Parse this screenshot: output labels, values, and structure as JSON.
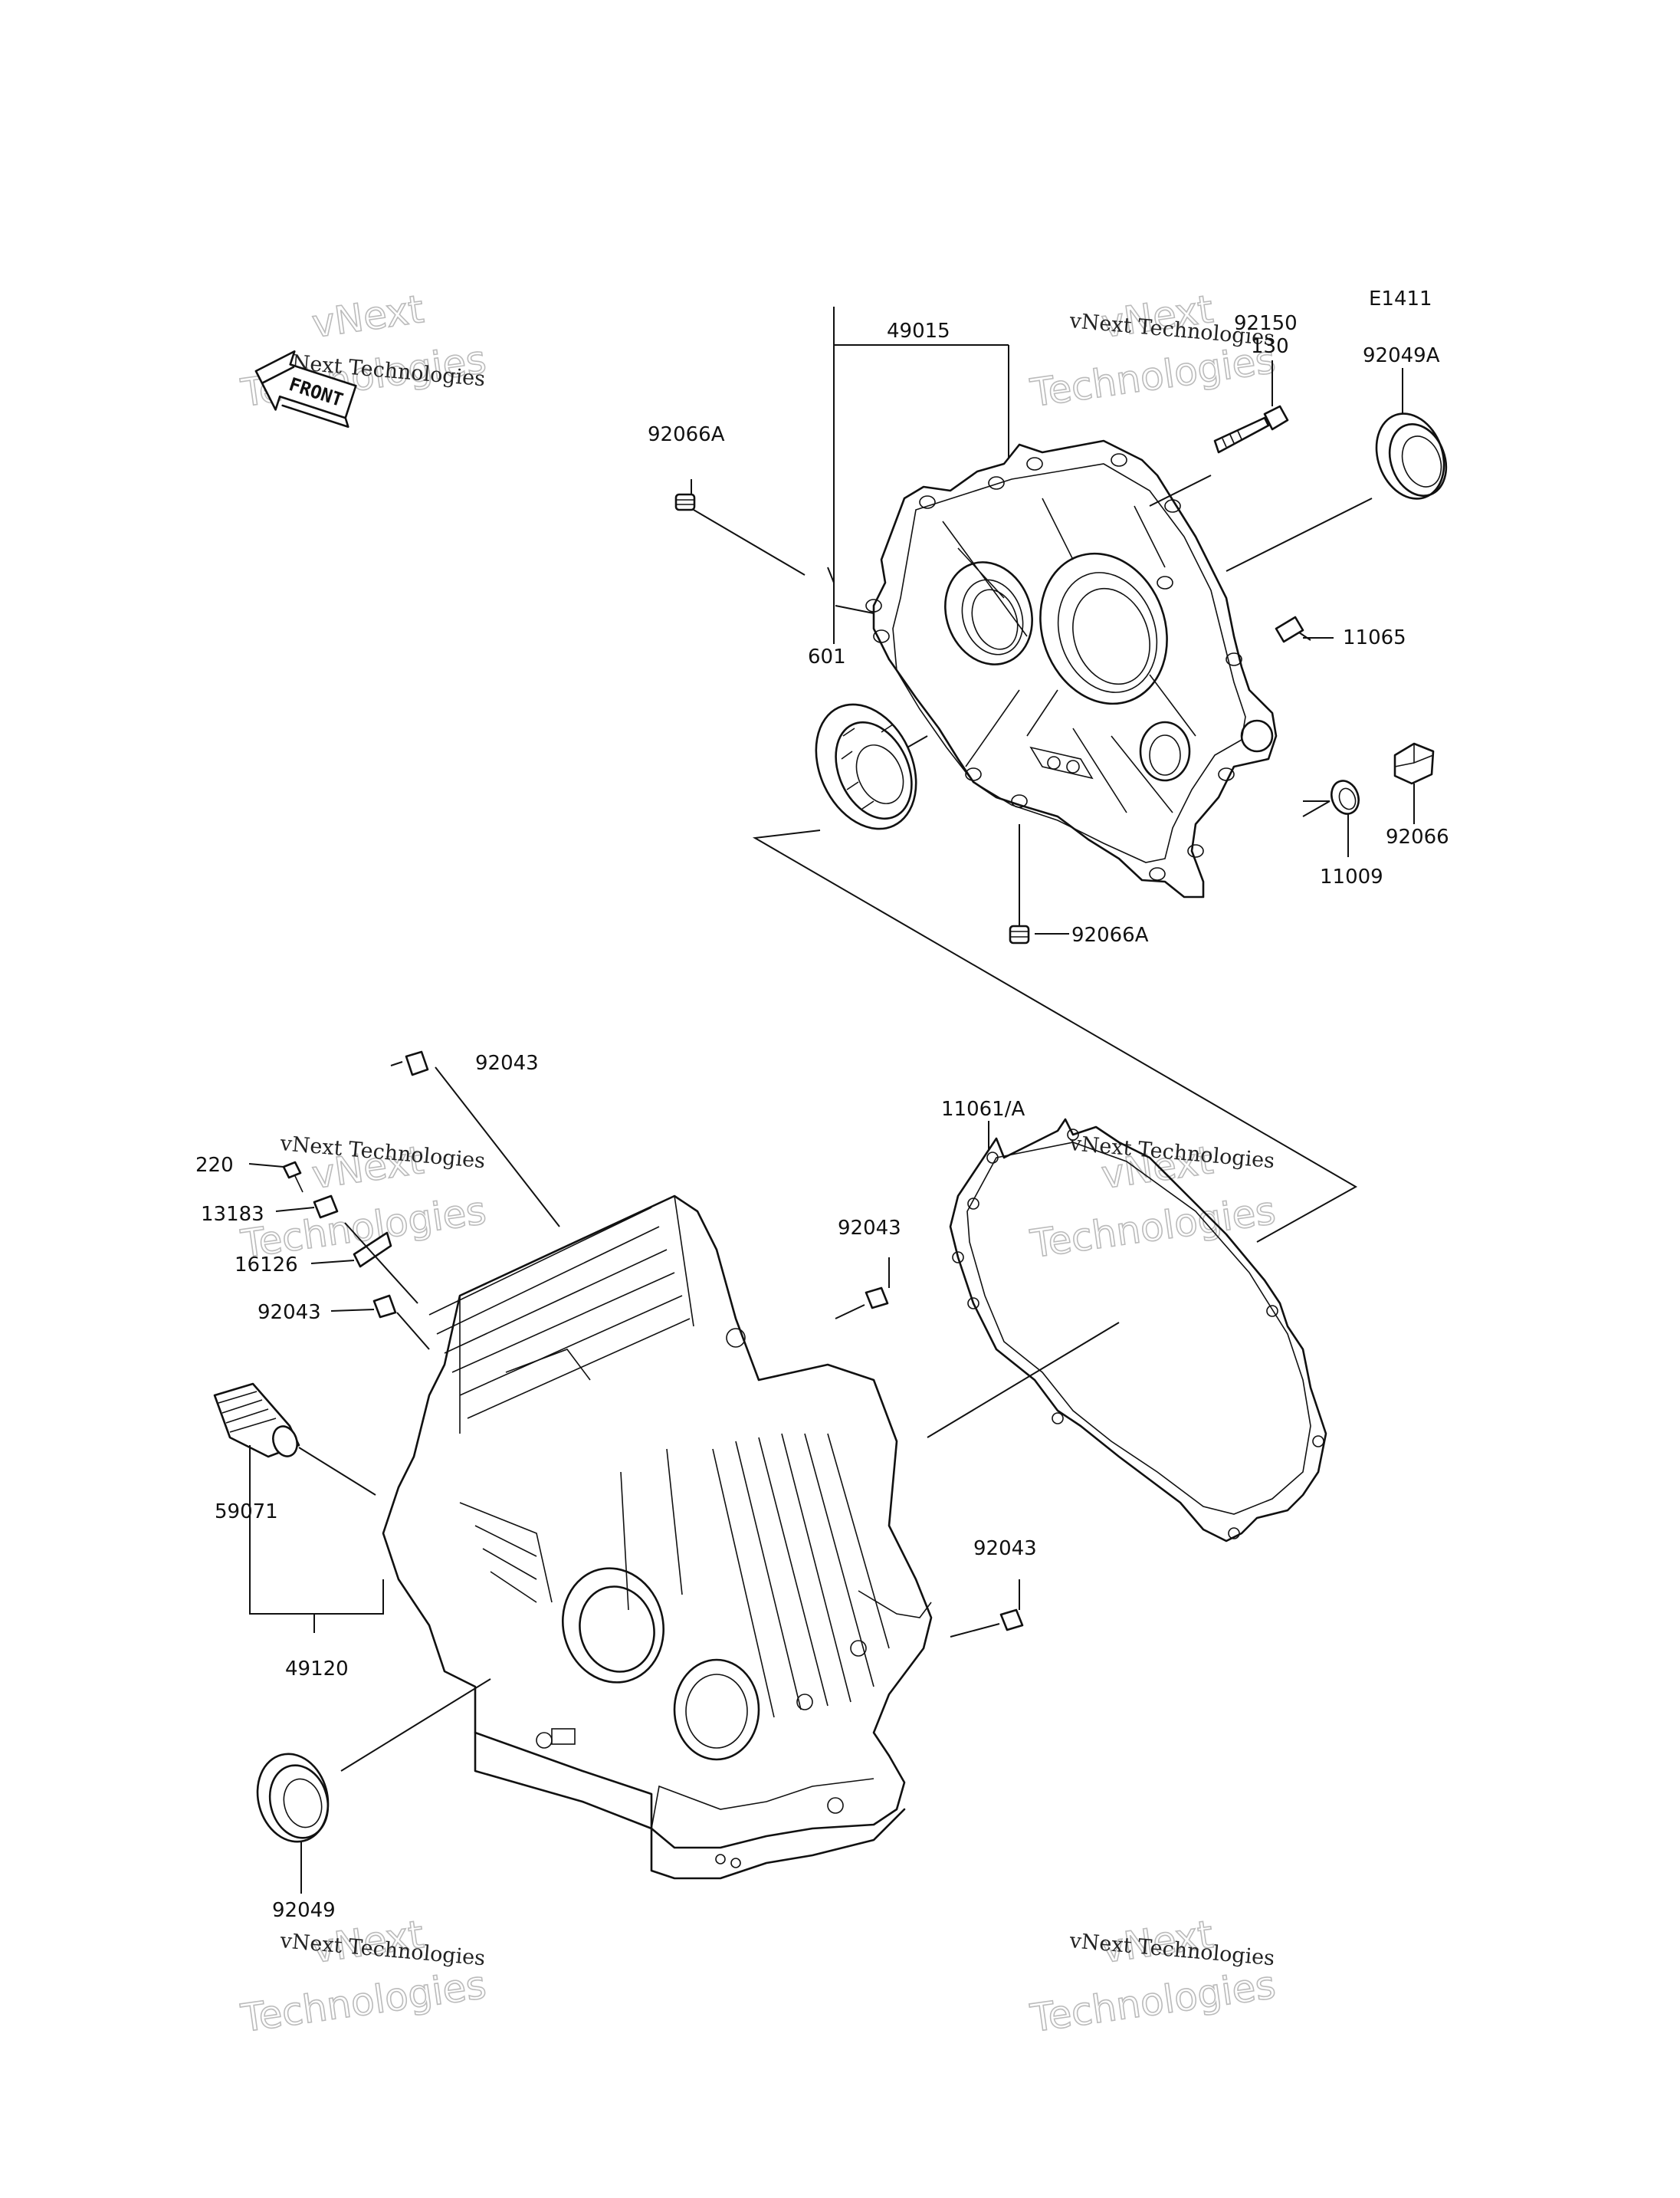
{
  "diagram": {
    "code": "E1411",
    "front_label": "FRONT",
    "watermark": {
      "line1": "vNext Technologies",
      "line2": "vNext",
      "line3": "Technologies"
    },
    "parts": {
      "p49015": "49015",
      "p92150": "92150",
      "p130": "130",
      "p92049A": "92049A",
      "p92066A_top": "92066A",
      "p11065": "11065",
      "p601": "601",
      "p92066": "92066",
      "p11009": "11009",
      "p92066A_bottom": "92066A",
      "p92043_top": "92043",
      "p11061A": "11061/A",
      "p220": "220",
      "p13183": "13183",
      "p16126": "16126",
      "p92043_mid": "92043",
      "p92043_right": "92043",
      "p59071": "59071",
      "p49120": "49120",
      "p92043_bottom": "92043",
      "p92049": "92049"
    }
  }
}
